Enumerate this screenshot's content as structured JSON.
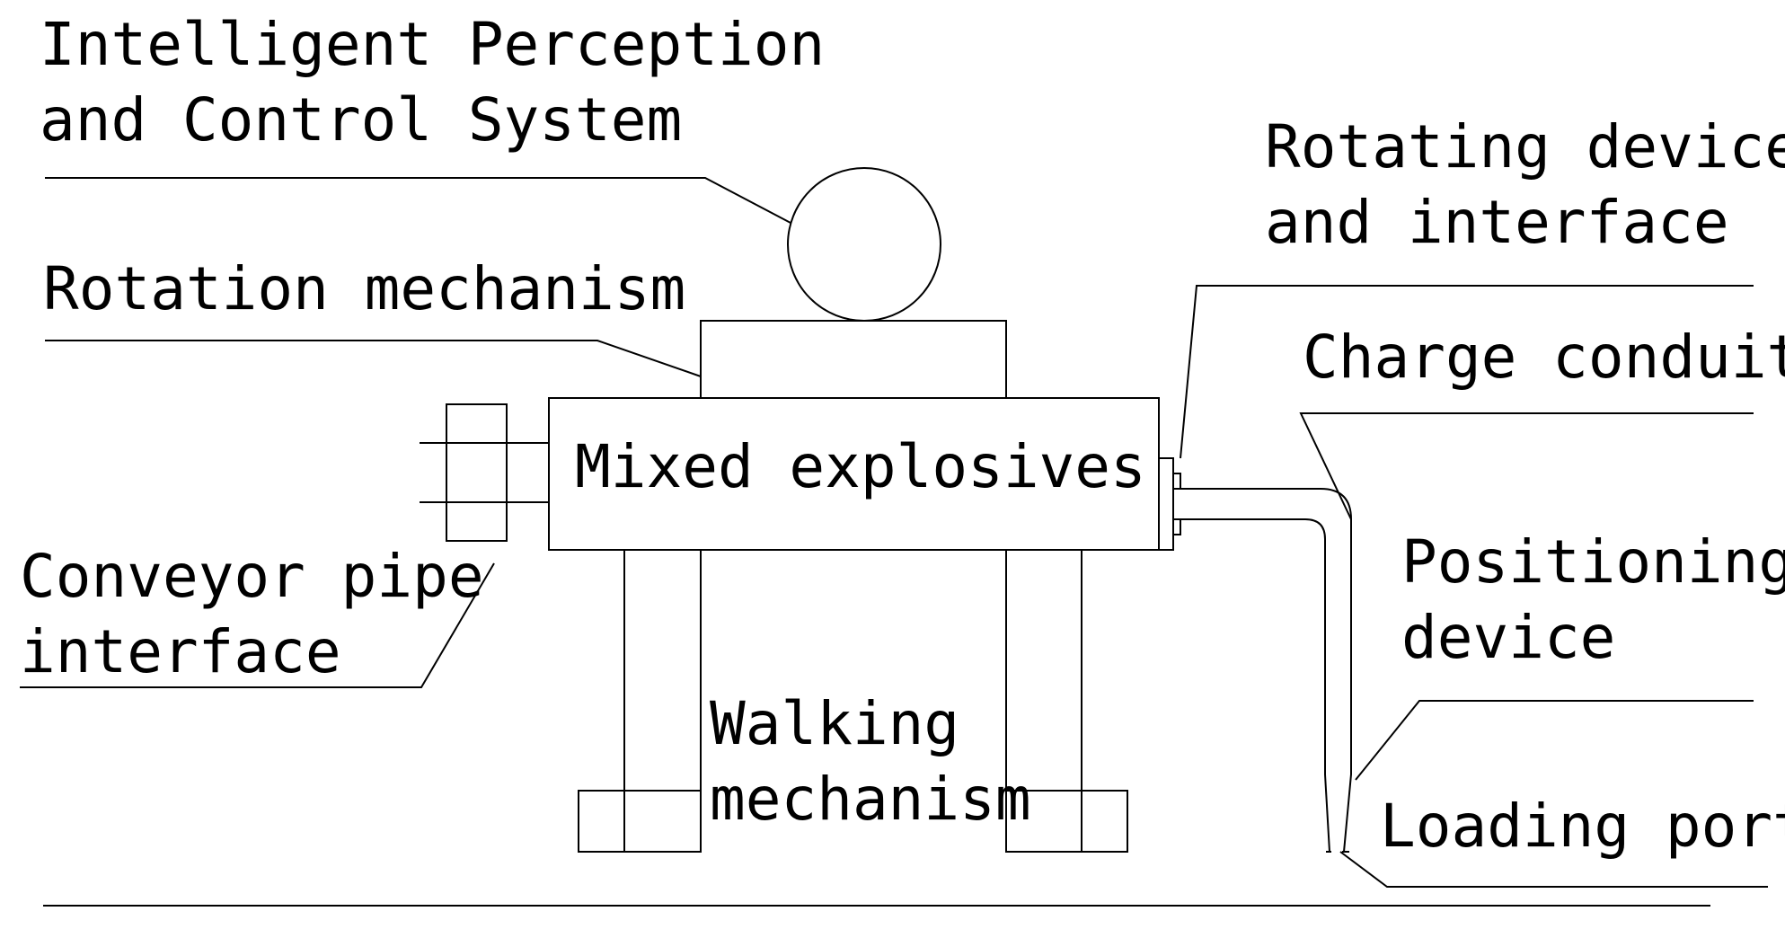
{
  "labels": {
    "intelligent_line1": "Intelligent Perception",
    "intelligent_line2": "and Control System",
    "rotation_mechanism": "Rotation mechanism",
    "mixed_explosives": "Mixed explosives",
    "conveyor_line1": "Conveyor pipe",
    "conveyor_line2": "interface",
    "walking_line1": "Walking",
    "walking_line2": "mechanism",
    "rotating_device_line1": "Rotating device",
    "rotating_device_line2": "and interface",
    "charge_conduit": "Charge conduit",
    "positioning_line1": "Positioning",
    "positioning_line2": "device",
    "loading_port": "Loading port"
  },
  "colors": {
    "stroke": "#000000",
    "background": "#ffffff"
  }
}
